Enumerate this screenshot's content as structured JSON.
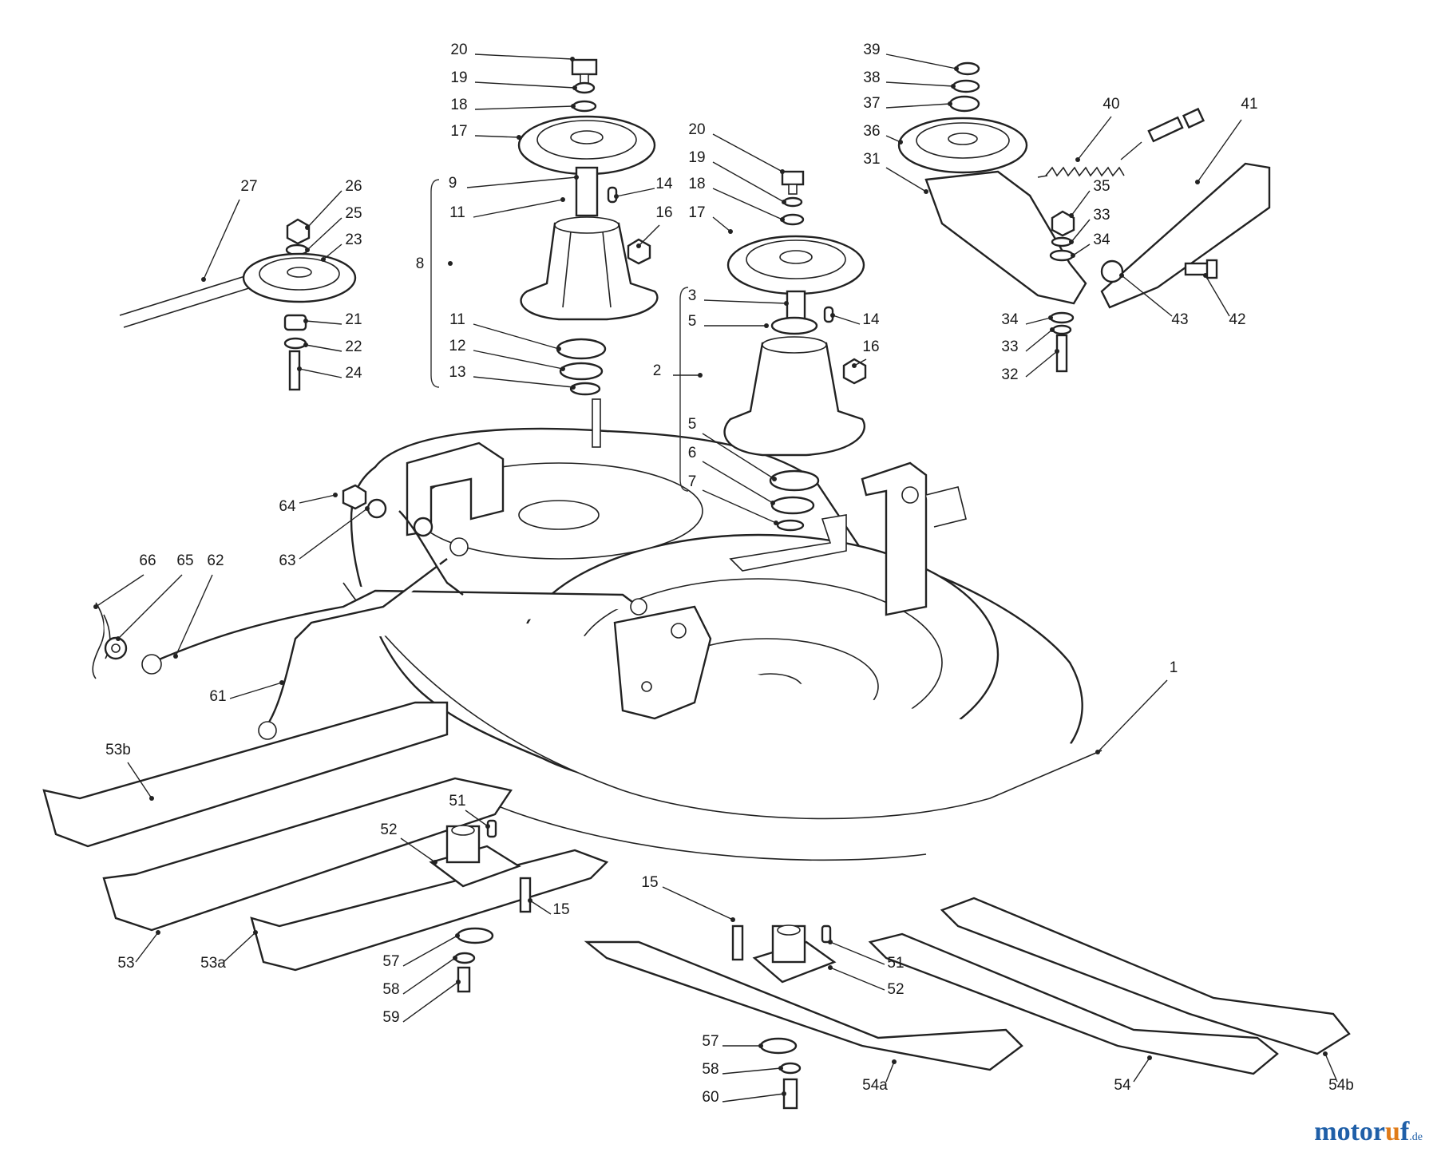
{
  "watermark": {
    "main": "motor",
    "accent": "u",
    "rest": "f",
    "tld": ".de"
  },
  "callouts": [
    {
      "label": "1"
    },
    {
      "label": "2"
    },
    {
      "label": "3"
    },
    {
      "label": "5"
    },
    {
      "label": "5"
    },
    {
      "label": "6"
    },
    {
      "label": "7"
    },
    {
      "label": "8"
    },
    {
      "label": "9"
    },
    {
      "label": "11"
    },
    {
      "label": "11"
    },
    {
      "label": "12"
    },
    {
      "label": "13"
    },
    {
      "label": "14"
    },
    {
      "label": "14"
    },
    {
      "label": "15"
    },
    {
      "label": "15"
    },
    {
      "label": "16"
    },
    {
      "label": "16"
    },
    {
      "label": "17"
    },
    {
      "label": "17"
    },
    {
      "label": "18"
    },
    {
      "label": "18"
    },
    {
      "label": "19"
    },
    {
      "label": "19"
    },
    {
      "label": "20"
    },
    {
      "label": "20"
    },
    {
      "label": "21"
    },
    {
      "label": "22"
    },
    {
      "label": "23"
    },
    {
      "label": "24"
    },
    {
      "label": "25"
    },
    {
      "label": "26"
    },
    {
      "label": "27"
    },
    {
      "label": "31"
    },
    {
      "label": "32"
    },
    {
      "label": "33"
    },
    {
      "label": "33"
    },
    {
      "label": "34"
    },
    {
      "label": "34"
    },
    {
      "label": "35"
    },
    {
      "label": "36"
    },
    {
      "label": "37"
    },
    {
      "label": "38"
    },
    {
      "label": "39"
    },
    {
      "label": "40"
    },
    {
      "label": "41"
    },
    {
      "label": "42"
    },
    {
      "label": "43"
    },
    {
      "label": "51"
    },
    {
      "label": "51"
    },
    {
      "label": "52"
    },
    {
      "label": "52"
    },
    {
      "label": "53"
    },
    {
      "label": "53a"
    },
    {
      "label": "53b"
    },
    {
      "label": "54"
    },
    {
      "label": "54a"
    },
    {
      "label": "54b"
    },
    {
      "label": "57"
    },
    {
      "label": "57"
    },
    {
      "label": "58"
    },
    {
      "label": "58"
    },
    {
      "label": "59"
    },
    {
      "label": "60"
    },
    {
      "label": "61"
    },
    {
      "label": "62"
    },
    {
      "label": "63"
    },
    {
      "label": "64"
    },
    {
      "label": "65"
    },
    {
      "label": "66"
    }
  ]
}
